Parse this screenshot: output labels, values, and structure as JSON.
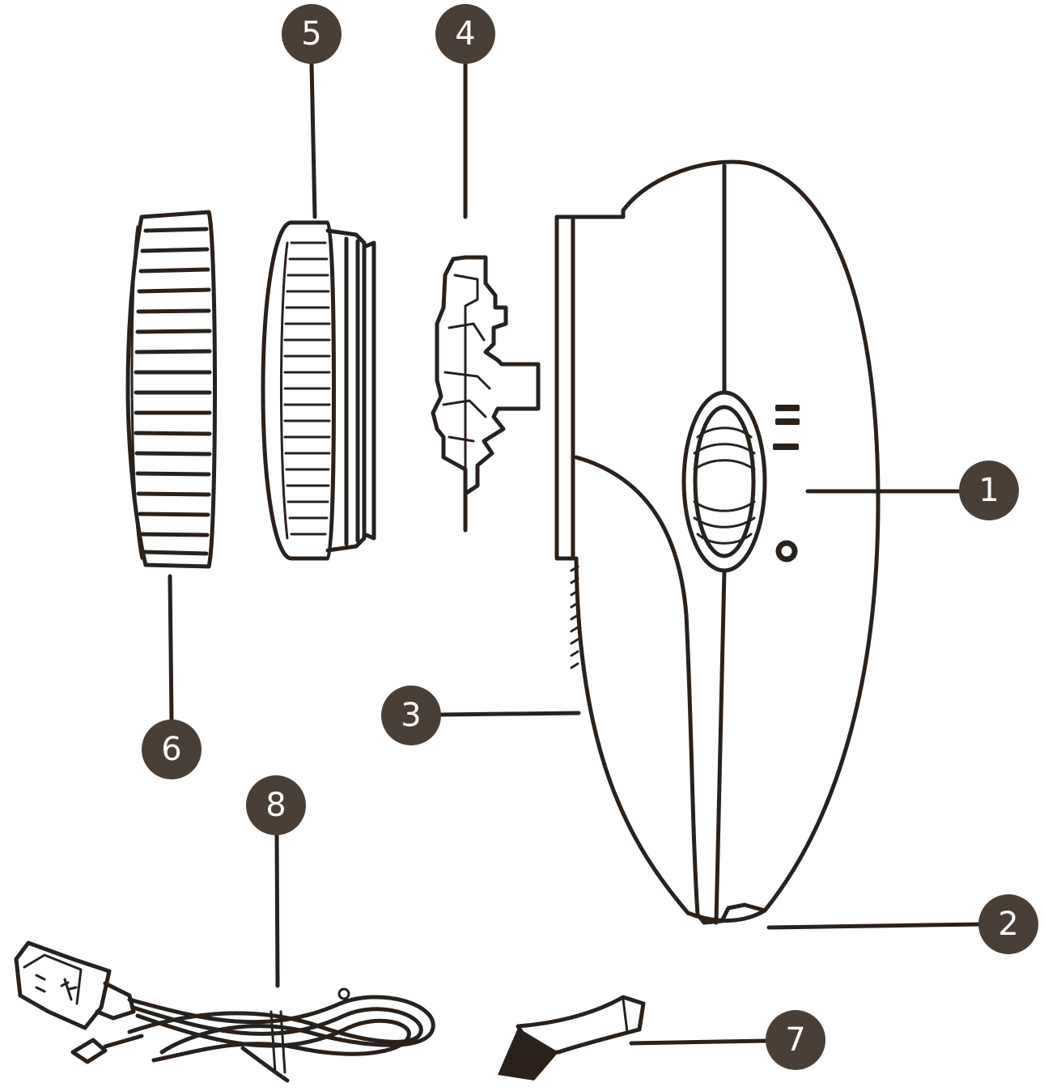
{
  "diagram": {
    "colors": {
      "line": "#2a211b",
      "callout_fill": "#4a3f36",
      "callout_text": "#ffffff",
      "background": "#ffffff"
    },
    "callouts": [
      {
        "label": "1",
        "part": "speed-switch"
      },
      {
        "label": "2",
        "part": "charging-port"
      },
      {
        "label": "3",
        "part": "main-body"
      },
      {
        "label": "4",
        "part": "blade"
      },
      {
        "label": "5",
        "part": "blade-cover"
      },
      {
        "label": "6",
        "part": "lint-container"
      },
      {
        "label": "7",
        "part": "cleaning-brush"
      },
      {
        "label": "8",
        "part": "usb-cable"
      }
    ],
    "switch_marks": {
      "high": "=",
      "low": "–",
      "off": "o"
    }
  }
}
